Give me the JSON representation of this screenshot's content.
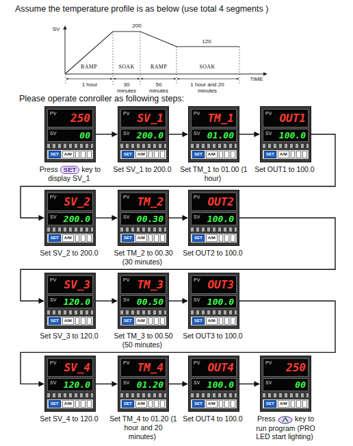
{
  "diagram": {
    "title": "Assume the temperature profile is as below (use total 4 segments )",
    "nodes": [
      {
        "text": [
          "250",
          "00",
          "PV",
          "SV",
          "SET",
          "A/M",
          "Press",
          "SET",
          "key to display SV_1"
        ]
      },
      {
        "text": [
          "SV_1",
          "200.0",
          "PV",
          "SV",
          "SET",
          "A/M",
          "Set SV_1 to 200.0"
        ]
      },
      {
        "text": [
          "TM_1",
          "01.00",
          "PV",
          "SV",
          "SET",
          "A/M",
          "Set TM_1 to 01.00 (1 hour)"
        ]
      },
      {
        "text": [
          "OUT1",
          "100.0",
          "PV",
          "SV",
          "SET",
          "A/M",
          "Set OUT1 to 100.0"
        ]
      },
      {
        "text": [
          "SV_2",
          "200.0",
          "PV",
          "SV",
          "SET",
          "A/M",
          "Set SV_2 to 200.0"
        ]
      },
      {
        "text": [
          "TM_2",
          "00.30",
          "PV",
          "SV",
          "SET",
          "A/M",
          "Set TM_2 to 00.30 (30 minutes)"
        ]
      },
      {
        "text": [
          "OUT2",
          "100.0",
          "PV",
          "SV",
          "SET",
          "A/M",
          "Set OUT2 to 100.0"
        ]
      },
      {
        "text": [
          "SV_3",
          "120.0",
          "PV",
          "SV",
          "SET",
          "A/M",
          "Set SV_3 to 120.0"
        ]
      },
      {
        "text": [
          "TM_3",
          "00.50",
          "PV",
          "SV",
          "SET",
          "A/M",
          "Set TM_3 to 00.50 (50 minutes)"
        ]
      },
      {
        "text": [
          "OUT3",
          "100.0",
          "PV",
          "SV",
          "SET",
          "A/M",
          "Set OUT3 to 100.0"
        ]
      },
      {
        "text": [
          "SV_4",
          "120.0",
          "PV",
          "SV",
          "SET",
          "A/M",
          "Set SV_4 to 120.0"
        ]
      },
      {
        "text": [
          "TM_4",
          "01.20",
          "PV",
          "SV",
          "SET",
          "A/M",
          "Set TM_4 to 01.20 (1 hour and 20 minutes)"
        ]
      },
      {
        "text": [
          "OUT4",
          "100.0",
          "PV",
          "SV",
          "SET",
          "A/M",
          "Set OUT4 to 100.0"
        ]
      },
      {
        "text": [
          "250",
          "00",
          "PV",
          "SV",
          "SET",
          "A/M",
          "Press",
          "key to run program (PRO LED start lighting)"
        ]
      }
    ],
    "edges": [
      {
        "from": 0,
        "to": 1,
        "arrow": "to"
      },
      {
        "from": 1,
        "to": 2,
        "arrow": "to"
      },
      {
        "from": 2,
        "to": 3,
        "arrow": "to"
      },
      {
        "from": 3,
        "to": 4,
        "arrow": "to"
      },
      {
        "from": 4,
        "to": 5,
        "arrow": "to"
      },
      {
        "from": 5,
        "to": 6,
        "arrow": "to"
      },
      {
        "from": 6,
        "to": 7,
        "arrow": "to"
      },
      {
        "from": 7,
        "to": 8,
        "arrow": "to"
      },
      {
        "from": 8,
        "to": 9,
        "arrow": "to"
      },
      {
        "from": 9,
        "to": 10,
        "arrow": "to"
      },
      {
        "from": 10,
        "to": 11,
        "arrow": "to"
      },
      {
        "from": 11,
        "to": 12,
        "arrow": "to"
      },
      {
        "from": 12,
        "to": 13,
        "arrow": "to"
      }
    ],
    "labels": [
      "SV",
      "TIME",
      "200",
      "120",
      "RAMP",
      "SOAK",
      "RAMP",
      "SOAK",
      "1 hour",
      "30 minutes",
      "50 minutes",
      "1 hour and 20 minutes",
      "Please operate conroller as following steps:"
    ]
  }
}
